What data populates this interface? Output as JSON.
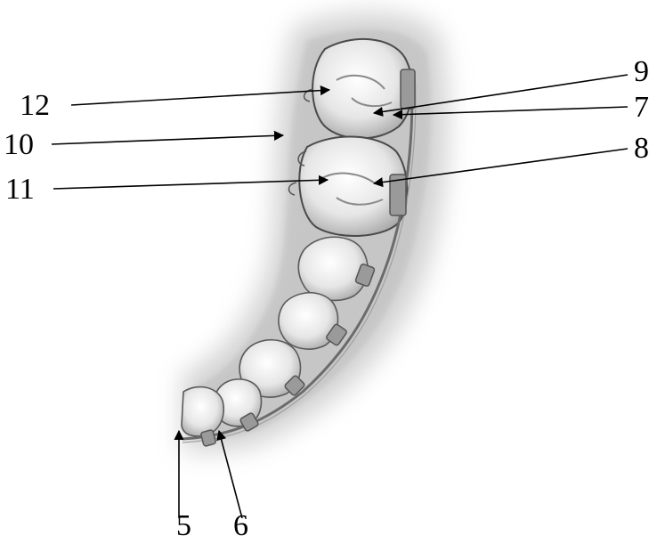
{
  "labels": {
    "l5": "5",
    "l6": "6",
    "l7": "7",
    "l8": "8",
    "l9": "9",
    "l10": "10",
    "l11": "11",
    "l12": "12"
  },
  "colors": {
    "gum": "#c8c8c8",
    "tooth": "#ededed",
    "tooth_outline": "#4a4a4a",
    "wire": "#6b6b6b",
    "bracket": "#8a8a8a",
    "line": "#000000"
  }
}
